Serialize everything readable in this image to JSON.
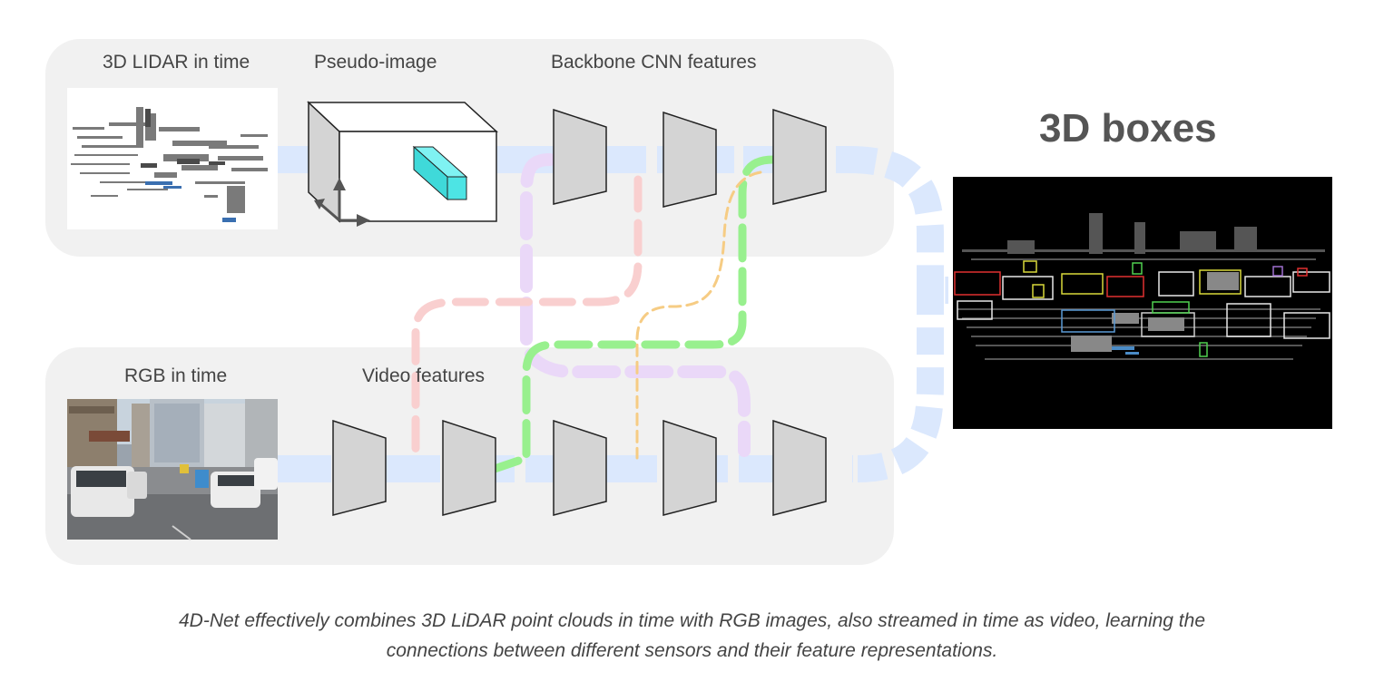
{
  "labels": {
    "lidar": "3D LIDAR in time",
    "pseudo": "Pseudo-image",
    "backbone": "Backbone CNN features",
    "rgb": "RGB in time",
    "video": "Video features",
    "output": "3D boxes"
  },
  "caption": {
    "line1": "4D-Net effectively combines 3D LiDAR point clouds in time with RGB images, also streamed in time as video, learning the",
    "line2": "connections between different sensors and their feature representations."
  },
  "colors": {
    "panel": "#f1f1f1",
    "stream_blue": "#dbe8fd",
    "pink": "#f9cfcf",
    "purple": "#ead8f8",
    "green": "#98f08e",
    "orange": "#f6cc84",
    "block": "#d4d4d4",
    "cyan_cube": "#4de4e4"
  }
}
